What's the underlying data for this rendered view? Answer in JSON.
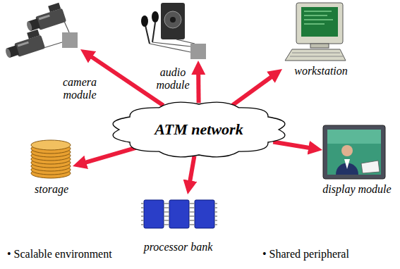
{
  "diagram": {
    "nodes": [
      {
        "text": [
          "ATM network"
        ]
      },
      {
        "text": [
          "camera module"
        ]
      },
      {
        "text": [
          "audio module"
        ]
      },
      {
        "text": [
          "workstation"
        ]
      },
      {
        "text": [
          "display module"
        ]
      },
      {
        "text": [
          "storage"
        ]
      },
      {
        "text": [
          "processor bank"
        ]
      }
    ],
    "edges": [
      {
        "from": 0,
        "to": 1,
        "arrow": "to"
      },
      {
        "from": 0,
        "to": 2,
        "arrow": "to"
      },
      {
        "from": 0,
        "to": 3,
        "arrow": "to"
      },
      {
        "from": 0,
        "to": 4,
        "arrow": "to"
      },
      {
        "from": 0,
        "to": 5,
        "arrow": "to"
      },
      {
        "from": 0,
        "to": 6,
        "arrow": "to"
      }
    ],
    "labels": [
      "• Scalable environment",
      "• Shared peripheral"
    ]
  }
}
